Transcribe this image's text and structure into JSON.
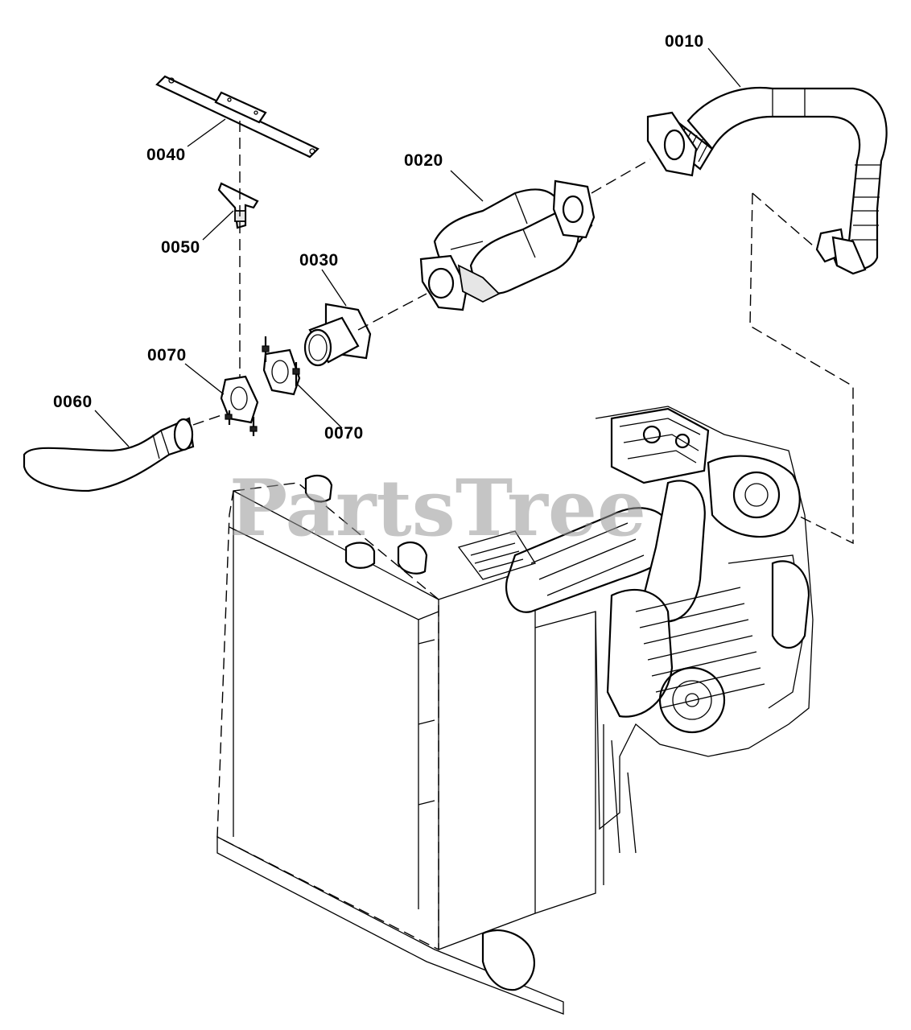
{
  "labels": {
    "p0010": "0010",
    "p0020": "0020",
    "p0030": "0030",
    "p0040": "0040",
    "p0050": "0050",
    "p0060": "0060",
    "p0070a": "0070",
    "p0070b": "0070"
  },
  "watermark": "PartsTree",
  "colors": {
    "line": "#000000",
    "background": "#ffffff",
    "watermark": "#969696"
  }
}
